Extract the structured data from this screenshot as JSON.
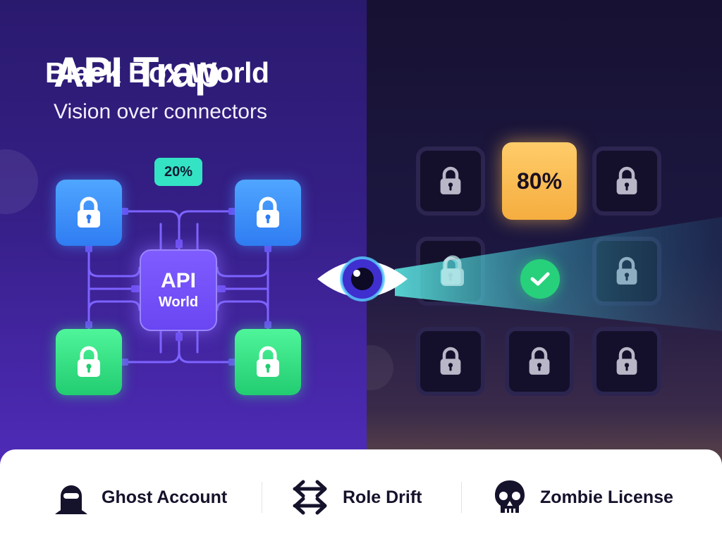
{
  "left_panel": {
    "title": "API Trap",
    "subtitle": "Vision over connectors",
    "share_badge": "20%",
    "center_box": {
      "line1": "API",
      "line2": "World"
    }
  },
  "right_panel": {
    "title": "Black Box World",
    "share_badge": "80%"
  },
  "bottom_bar": {
    "items": [
      {
        "label": "Ghost Account",
        "icon": "ghost-account-icon"
      },
      {
        "label": "Role Drift",
        "icon": "swap-arrows-icon"
      },
      {
        "label": "Zombie License",
        "icon": "skull-icon"
      }
    ]
  },
  "colors": {
    "left_background": "#351f86",
    "right_background": "#1c1740",
    "tile_blue": "#3b8cf7",
    "tile_green": "#2fdc80",
    "api_box": "#7454f8",
    "badge_teal": "#34e3c4",
    "badge_orange": "#f8b84a",
    "check_green": "#27d07b",
    "bar_text": "#15122b"
  }
}
